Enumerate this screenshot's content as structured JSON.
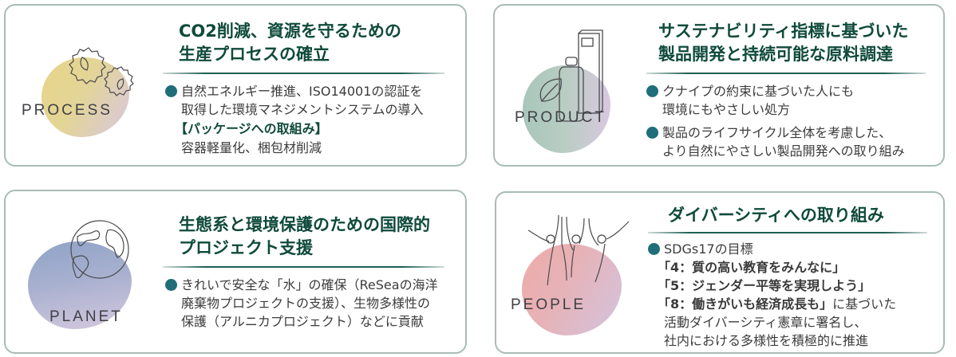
{
  "colors": {
    "title": "#0f4a3a",
    "bullet": "#1f6e7a",
    "border": "#a9bcb7",
    "body_text": "#3c3c3c"
  },
  "cards": [
    {
      "id": "process",
      "label": "PROCESS",
      "icon": "gears-leaf-icon",
      "title_lines": [
        "CO2削減、資源を守るための",
        "生産プロセスの確立"
      ],
      "items": [
        {
          "lines": [
            "自然エネルギー推進、ISO14001の認証を",
            "取得した環境マネジメントシステムの導入"
          ]
        }
      ],
      "subheading": "【パッケージへの取組み】",
      "subtext": "容器軽量化、梱包材削減"
    },
    {
      "id": "product",
      "label": "PRODUCT",
      "icon": "bottle-box-leaf-icon",
      "title_lines": [
        "サステナビリティ指標に基づいた",
        "製品開発と持続可能な原料調達"
      ],
      "items": [
        {
          "lines": [
            "クナイプの約束に基づいた人にも",
            "環境にもやさしい処方"
          ]
        },
        {
          "lines": [
            "製品のライフサイクル全体を考慮した、",
            "より自然にやさしい製品開発への取り組み"
          ]
        }
      ]
    },
    {
      "id": "planet",
      "label": "PLANET",
      "icon": "globe-icon",
      "title_lines": [
        "生態系と環境保護のための国際的",
        "プロジェクト支援"
      ],
      "items": [
        {
          "lines": [
            "きれいで安全な「水」の確保（ReSeaの海洋",
            "廃棄物プロジェクトの支援）、生物多様性の",
            "保護（アルニカプロジェクト）などに貢献"
          ]
        }
      ]
    },
    {
      "id": "people",
      "label": "PEOPLE",
      "icon": "people-raising-hands-icon",
      "title_lines": [
        "ダイバーシティへの取り組み"
      ],
      "items": [
        {
          "lines": [
            "SDGs17の目標"
          ]
        }
      ],
      "goals": [
        "「4：質の高い教育をみんなに」",
        "「5：ジェンダー平等を実現しよう」",
        "「8：働きがいも経済成長も」"
      ],
      "goal_suffix": "に基づいた",
      "subtext_lines": [
        "活動ダイバーシティ憲章に署名し、",
        "社内における多様性を積極的に推進"
      ]
    }
  ]
}
